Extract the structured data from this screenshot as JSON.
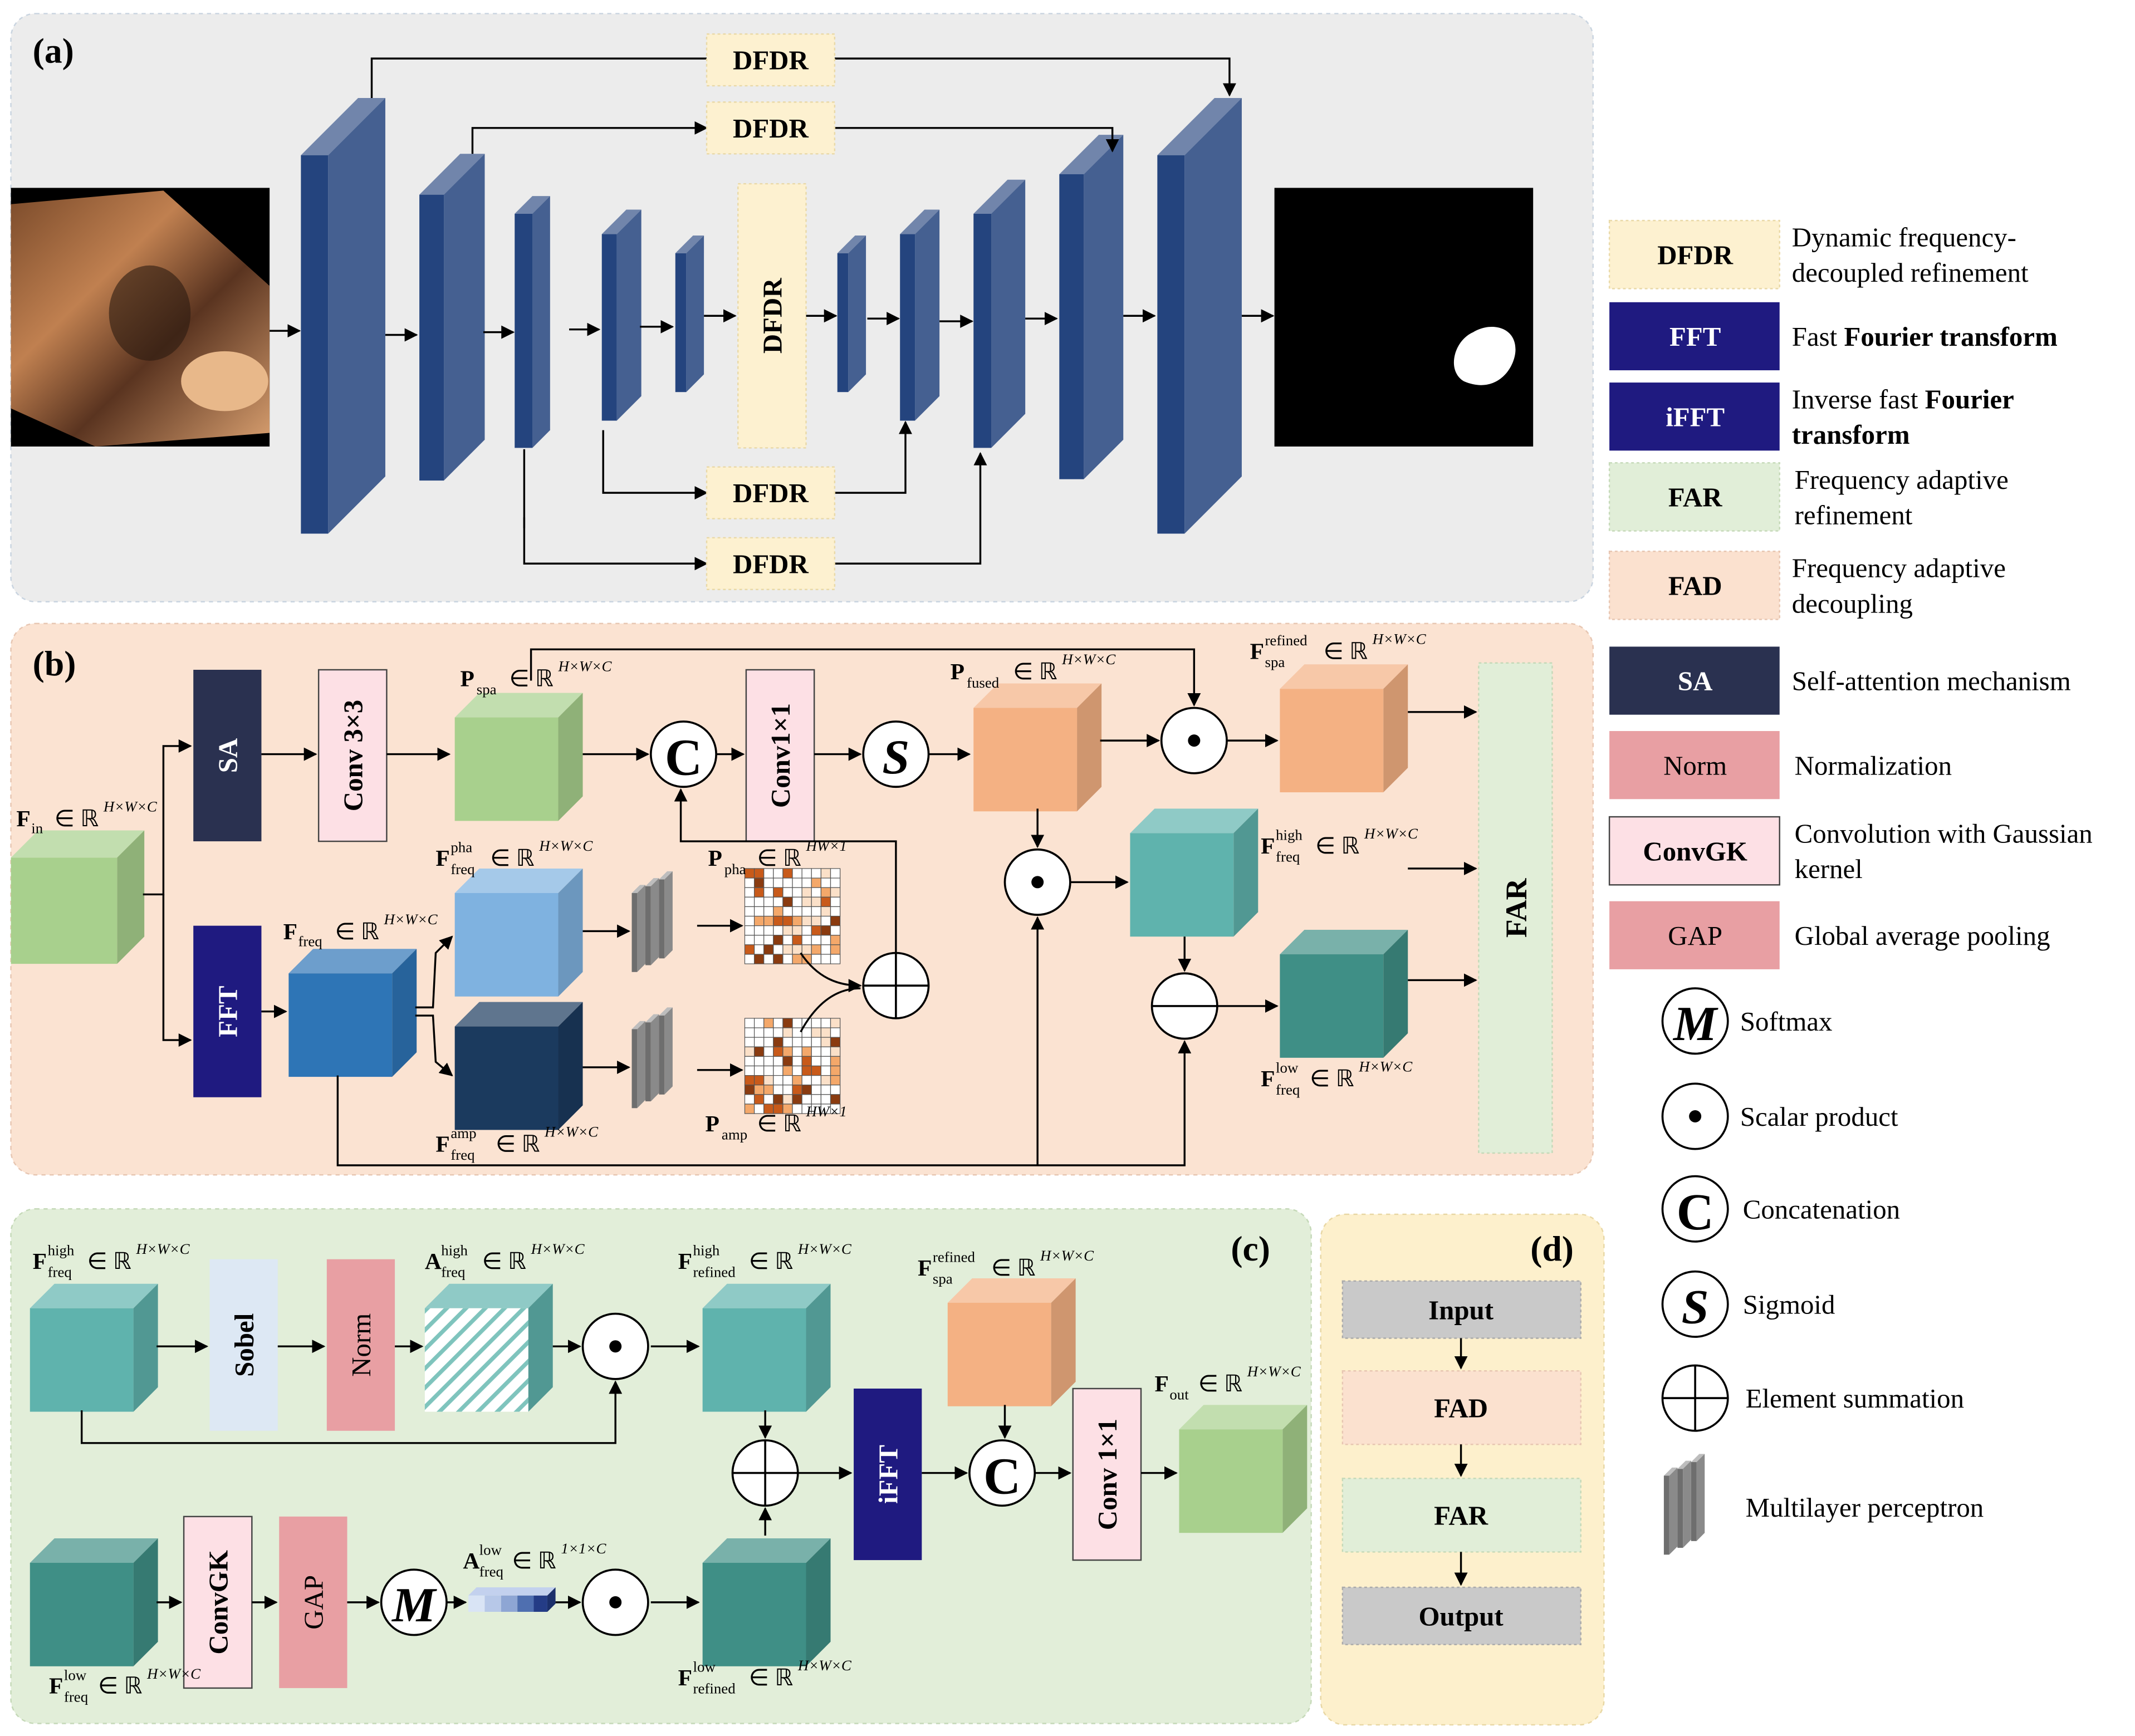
{
  "panels": {
    "a": "(a)",
    "b": "(b)",
    "c": "(c)",
    "d": "(d)"
  },
  "panel_a": {
    "dfdr": "DFDR"
  },
  "panel_b": {
    "sa": "SA",
    "fft": "FFT",
    "conv33": "Conv 3×3",
    "conv11": "Conv1×1",
    "far": "FAR",
    "op_c": "C",
    "op_s": "S",
    "in_set": "∈ ℝ",
    "sup_hwc": "H×W×C",
    "sup_hw1": "HW×1",
    "F": "F",
    "P": "P",
    "sub_in": "in",
    "sub_freq": "freq",
    "sub_spa": "spa",
    "sub_fused": "fused",
    "sub_pha": "pha",
    "sub_amp": "amp",
    "sup_pha": "pha",
    "sup_amp": "amp",
    "sup_refined": "refined",
    "sup_high": "high",
    "sup_low": "low"
  },
  "panel_c": {
    "sobel": "Sobel",
    "norm": "Norm",
    "convgk": "ConvGK",
    "gap": "GAP",
    "ifft": "iFFT",
    "conv11": "Conv 1×1",
    "op_m": "M",
    "op_c": "C",
    "A": "A",
    "sub_refined": "refined",
    "sub_out": "out",
    "sup_111": "1×1×C"
  },
  "panel_d": {
    "steps": [
      "Input",
      "FAD",
      "FAR",
      "Output"
    ]
  },
  "legend": {
    "boxes": [
      {
        "tag": "DFDR",
        "desc": [
          "Dynamic frequency-",
          "decoupled refinement"
        ],
        "fill": "#fdf1d0",
        "color": "#111111"
      },
      {
        "tag": "FFT",
        "desc_html": [
          "Fast ",
          "Fourier transform"
        ],
        "fill": "#1f1a80",
        "color": "#ffffff"
      },
      {
        "tag": "iFFT",
        "desc_html2": [
          "Inverse fast ",
          "Fourier",
          "transform"
        ],
        "fill": "#1f1a80",
        "color": "#ffffff"
      },
      {
        "tag": "FAR",
        "desc": [
          "Frequency adaptive",
          "refinement"
        ],
        "fill": "#e1eed8",
        "color": "#111111"
      },
      {
        "tag": "FAD",
        "desc": [
          "Frequency adaptive",
          "decoupling"
        ],
        "fill": "#fbe1cf",
        "color": "#111111"
      },
      {
        "tag": "SA",
        "desc": [
          "Self-attention mechanism"
        ],
        "fill": "#2a3150",
        "color": "#ffffff"
      },
      {
        "tag": "Norm",
        "desc": [
          "Normalization"
        ],
        "fill": "#e89fa3",
        "color": "#111111"
      },
      {
        "tag": "ConvGK",
        "desc": [
          "Convolution with Gaussian",
          "kernel"
        ],
        "fill": "#fde0e5",
        "color": "#111111"
      },
      {
        "tag": "GAP",
        "desc": [
          "Global average pooling"
        ],
        "fill": "#e89fa3",
        "color": "#111111"
      }
    ],
    "fft_desc_1": "Fast ",
    "fft_desc_2": "Fourier transform",
    "ifft_desc_1": "Inverse fast ",
    "ifft_desc_2": "Fourier",
    "ifft_desc_3": "transform",
    "symbols": [
      {
        "glyph": "M",
        "desc": "Softmax"
      },
      {
        "glyph": "•",
        "desc": "Scalar product"
      },
      {
        "glyph": "C",
        "desc": "Concatenation"
      },
      {
        "glyph": "S",
        "desc": "Sigmoid"
      },
      {
        "glyph": "⊕",
        "desc": "Element summation"
      },
      {
        "glyph": "mlp",
        "desc": "Multilayer perceptron"
      }
    ]
  },
  "colors": {
    "encoder_blue": "#24447e",
    "cube_green": "#a8d08d",
    "cube_orange": "#f4b183",
    "cube_teal": "#5fb3ad",
    "cube_dark_teal": "#3f8f86",
    "cube_light_blue": "#7fb2e0",
    "cube_navy": "#1b3a5e",
    "cube_mid_blue": "#2e75b6"
  }
}
